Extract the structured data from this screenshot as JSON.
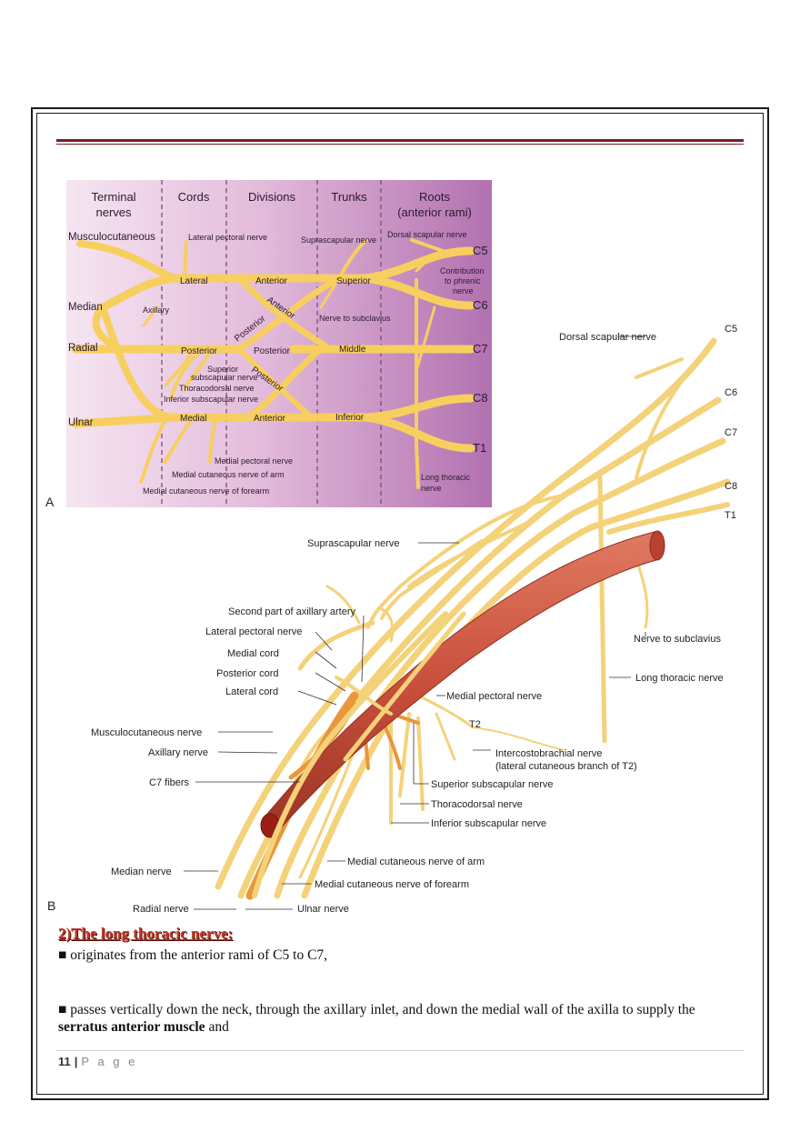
{
  "diagram_a": {
    "panel_label": "A",
    "columns": [
      "Terminal\nnerves",
      "Cords",
      "Divisions",
      "Trunks",
      "Roots\n(anterior rami)"
    ],
    "column_titles": {
      "terminal_1": "Terminal",
      "terminal_2": "nerves",
      "cords": "Cords",
      "divisions": "Divisions",
      "trunks": "Trunks",
      "roots_1": "Roots",
      "roots_2": "(anterior rami)"
    },
    "labels": {
      "musculocutaneous": "Musculocutaneous",
      "median": "Median",
      "radial": "Radial",
      "ulnar": "Ulnar",
      "lateral_pectoral": "Lateral pectoral nerve",
      "suprascapular": "Suprascapular nerve",
      "dorsal_scapular": "Dorsal scapular nerve",
      "c5": "C5",
      "c6": "C6",
      "c7": "C7",
      "c8": "C8",
      "t1": "T1",
      "contribution_1": "Contribution",
      "contribution_2": "to phrenic",
      "contribution_3": "nerve",
      "lateral": "Lateral",
      "anterior_top": "Anterior",
      "superior": "Superior",
      "axillary": "Axillary",
      "anterior_diag": "Anterior",
      "posterior_diag": "Posterior",
      "nerve_subclavius": "Nerve to subclavius",
      "posterior_cord": "Posterior",
      "posterior_div": "Posterior",
      "middle": "Middle",
      "superior_subscap_1": "Superior",
      "superior_subscap_2": "subscapular nerve",
      "thoracodorsal": "Thoracodorsal nerve",
      "inferior_subscap": "Inferior subscapular nerve",
      "posterior_diag2": "Posterior",
      "medial": "Medial",
      "anterior_low": "Anterior",
      "inferior": "Inferior",
      "medial_pectoral": "Medial pectoral nerve",
      "medial_cut_arm": "Medial cutaneous nerve of arm",
      "medial_cut_forearm": "Medial cutaneous nerve of forearm",
      "long_thoracic_1": "Long thoracic",
      "long_thoracic_2": "nerve"
    }
  },
  "diagram_b": {
    "panel_label": "B",
    "labels": {
      "c5": "C5",
      "c6": "C6",
      "c7": "C7",
      "c8": "C8",
      "t1": "T1",
      "t2": "T2",
      "dorsal_scapular": "Dorsal scapular nerve",
      "suprascapular": "Suprascapular nerve",
      "second_part": "Second part of axillary artery",
      "lateral_pectoral": "Lateral pectoral nerve",
      "medial_cord": "Medial cord",
      "posterior_cord": "Posterior cord",
      "lateral_cord": "Lateral cord",
      "musculocutaneous": "Musculocutaneous nerve",
      "axillary": "Axillary nerve",
      "c7_fibers": "C7 fibers",
      "median": "Median nerve",
      "radial": "Radial nerve",
      "ulnar": "Ulnar nerve",
      "nerve_subclavius": "Nerve to subclavius",
      "long_thoracic": "Long thoracic nerve",
      "medial_pectoral": "Medial pectoral nerve",
      "intercostobrachial_1": "Intercostobrachial nerve",
      "intercostobrachial_2": "(lateral cutaneous branch of T2)",
      "superior_subscap": "Superior subscapular nerve",
      "thoracodorsal": "Thoracodorsal nerve",
      "inferior_subscap": "Inferior subscapular nerve",
      "medial_cut_arm": "Medial cutaneous nerve of arm",
      "medial_cut_forearm": "Medial cutaneous nerve of forearm"
    }
  },
  "text": {
    "heading": "2)The long thoracic nerve:",
    "p1": "■ originates from the anterior rami of C5 to C7,",
    "p2_before": "■ passes vertically down the neck, through the axillary inlet, and down the medial wall of the axilla to supply the ",
    "p2_bold": "serratus anterior muscle",
    "p2_after": " and"
  },
  "footer": {
    "page_number": "11",
    "separator": "|",
    "page_word": "P a g e"
  },
  "colors": {
    "nerve": "#f7d36e",
    "artery": "#c9503c",
    "rule": "#7b1d24",
    "heading": "#c0392b"
  }
}
